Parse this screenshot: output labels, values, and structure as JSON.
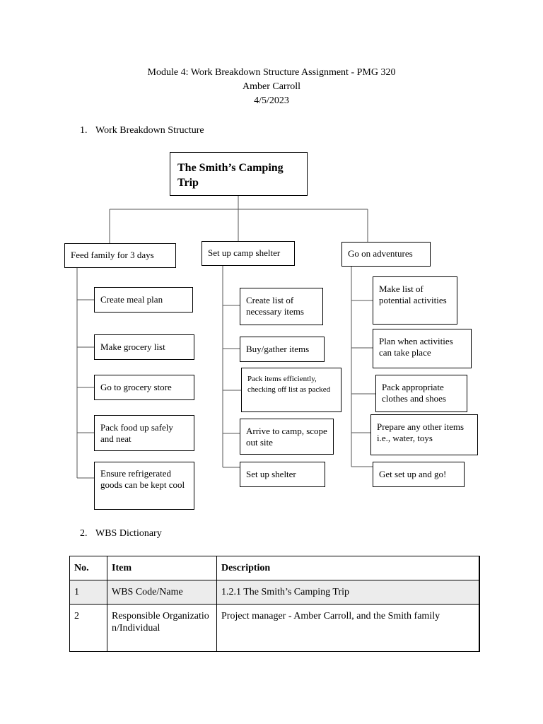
{
  "header": {
    "title": "Module 4: Work Breakdown Structure Assignment - PMG 320",
    "author": "Amber Carroll",
    "date": "4/5/2023"
  },
  "sections": [
    {
      "number": "1.",
      "title": "Work Breakdown Structure"
    },
    {
      "number": "2.",
      "title": "WBS Dictionary"
    }
  ],
  "wbs": {
    "root": "The Smith’s Camping Trip",
    "branches": [
      {
        "label": "Feed family for 3 days",
        "tasks": [
          "Create meal plan",
          "Make grocery list",
          "Go to grocery store",
          "Pack food up safely and neat",
          "Ensure refrigerated goods can be kept cool"
        ]
      },
      {
        "label": "Set up camp shelter",
        "tasks": [
          "Create list of necessary items",
          "Buy/gather items",
          "Pack items efficiently, checking off list as packed",
          "Arrive to camp, scope out site",
          "Set up shelter"
        ]
      },
      {
        "label": "Go on adventures",
        "tasks": [
          "Make list of potential activities",
          "Plan when activities can take place",
          "Pack appropriate clothes and shoes",
          "Prepare any other items i.e., water, toys",
          "Get set up and go!"
        ]
      }
    ]
  },
  "dictionary": {
    "columns": [
      "No.",
      "Item",
      "Description"
    ],
    "rows": [
      {
        "no": "1",
        "item": "WBS Code/Name",
        "description": "1.2.1 The Smith’s Camping Trip"
      },
      {
        "no": "2",
        "item": "Responsible Organization/Individual",
        "description": "Project manager - Amber Carroll, and the Smith family"
      }
    ]
  }
}
